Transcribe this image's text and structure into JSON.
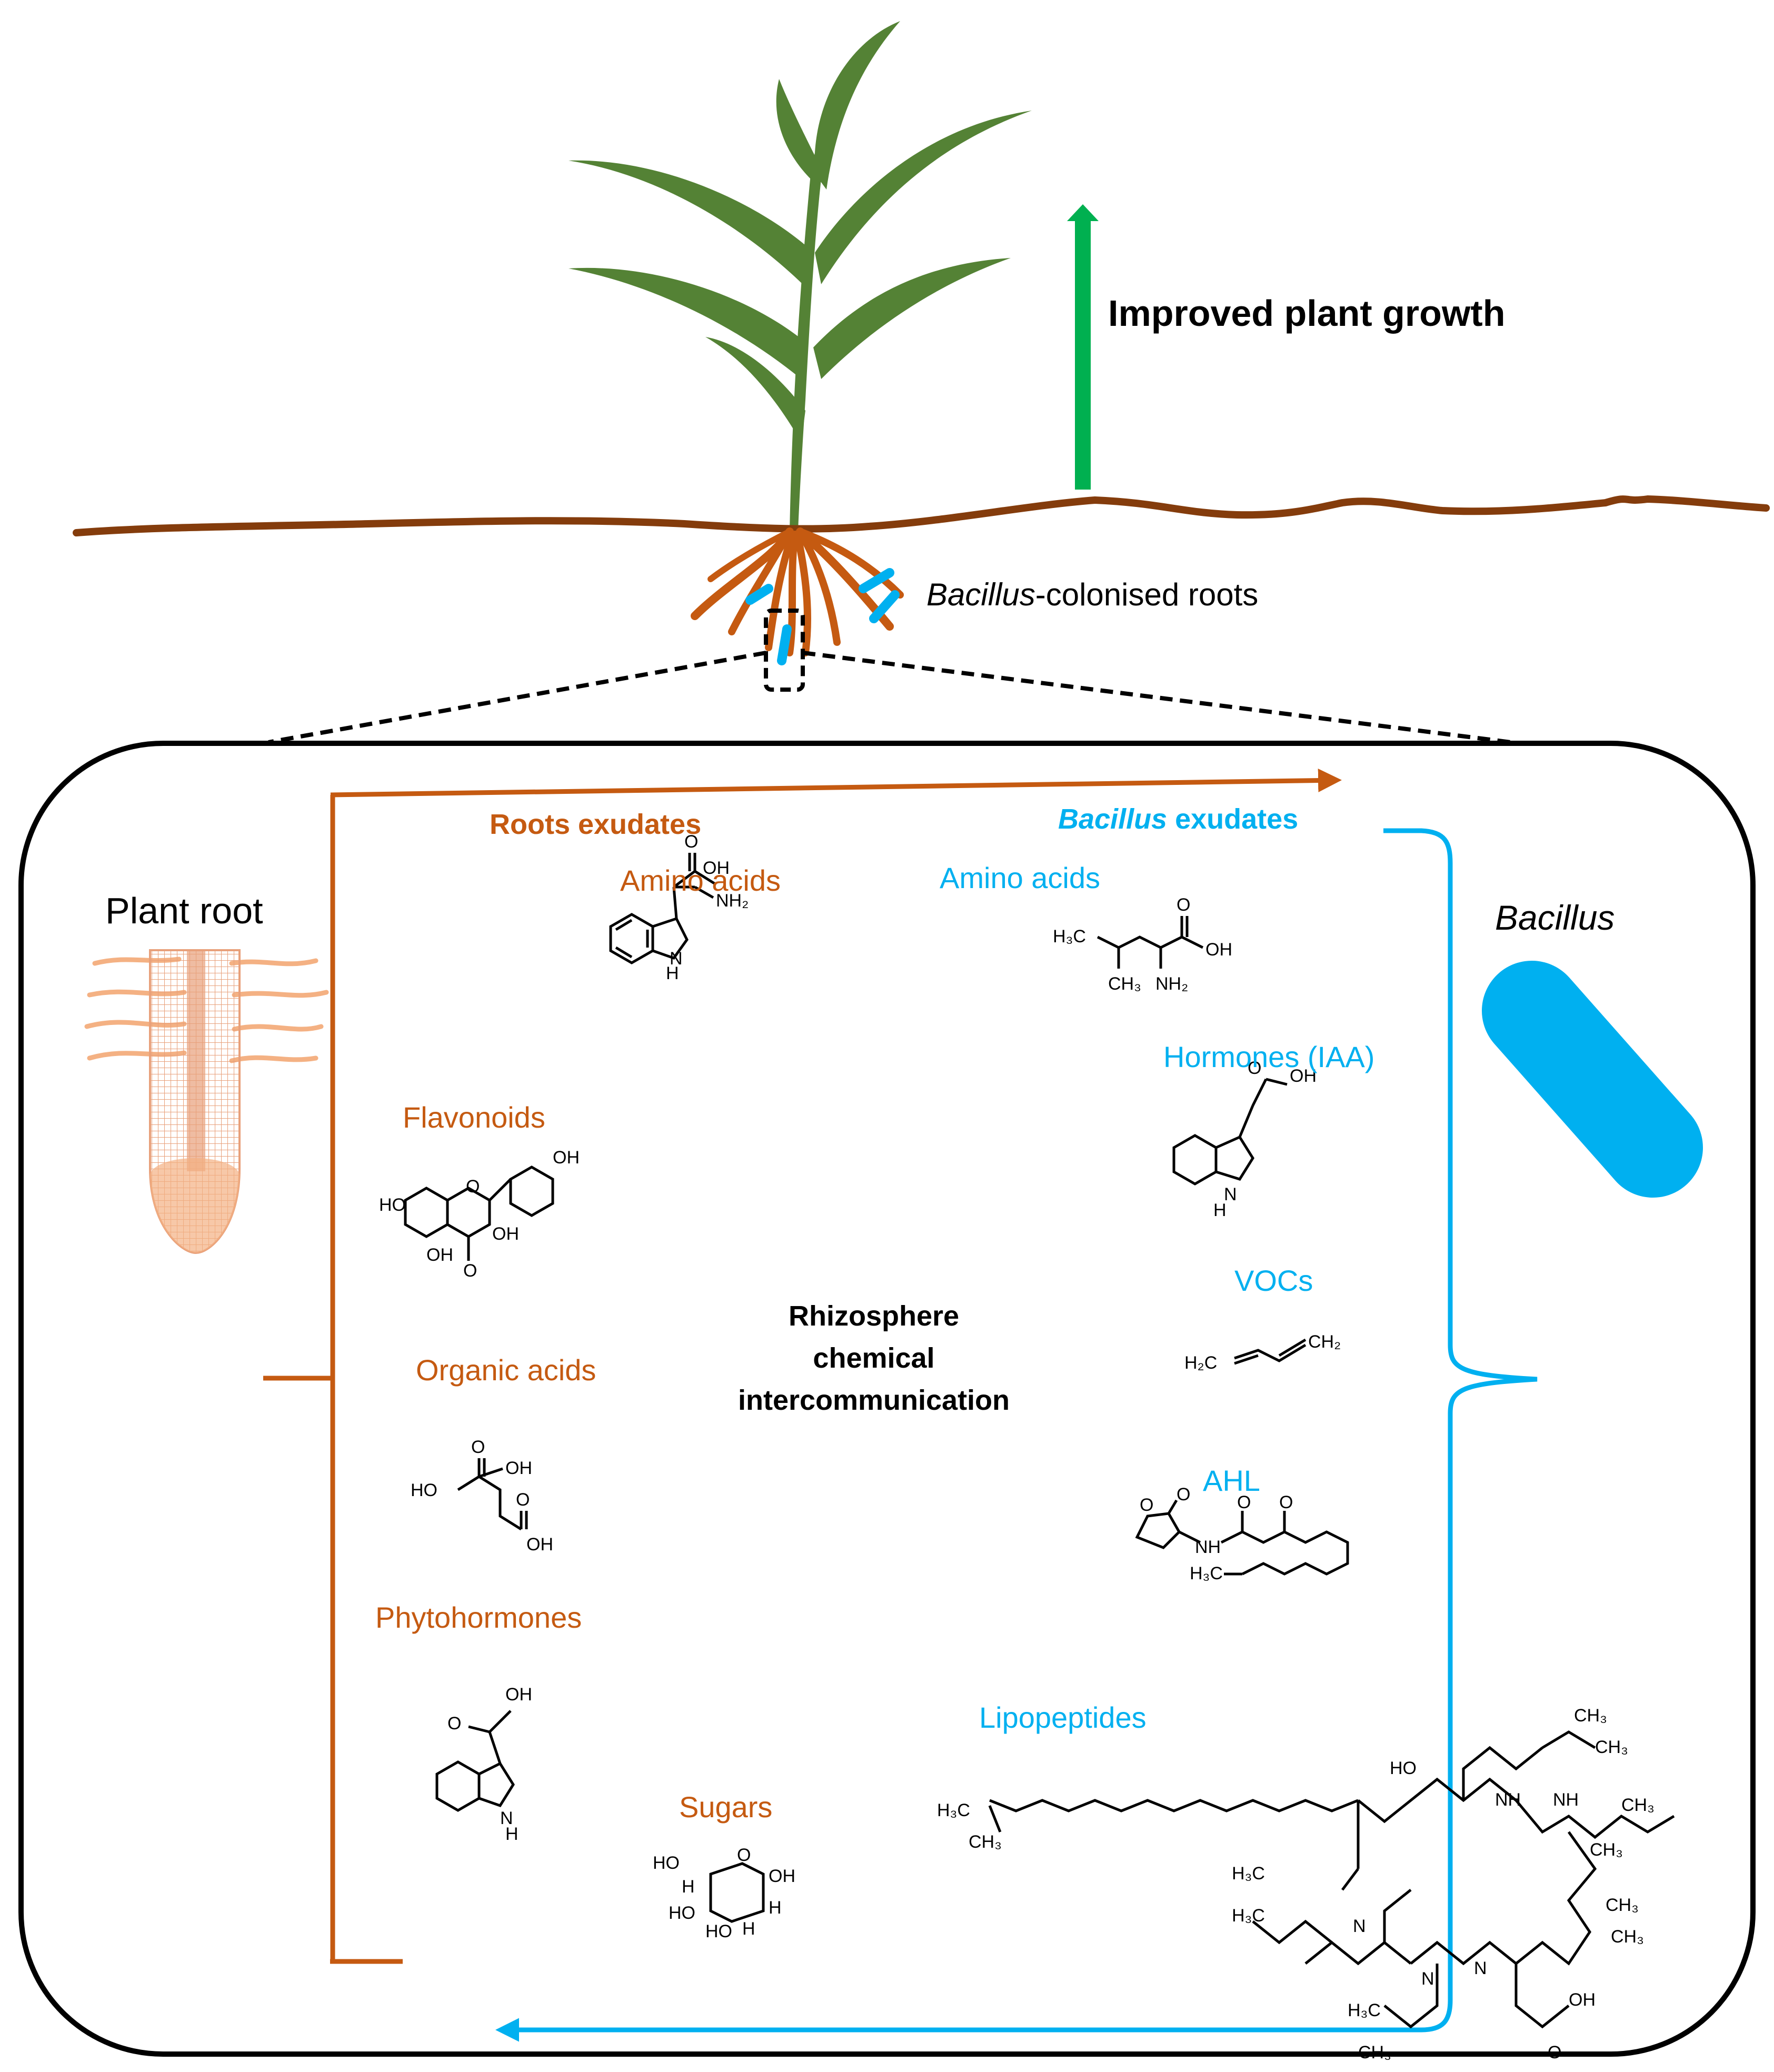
{
  "title": "Improved plant growth",
  "colonised_label": {
    "italic": "Bacillus",
    "rest": "-colonised roots"
  },
  "plant_root_label": "Plant root",
  "bacillus_label": "Bacillus",
  "roots_exudates": {
    "header": "Roots exudates",
    "items": [
      "Amino acids",
      "Flavonoids",
      "Organic acids",
      "Phytohormones",
      "Sugars"
    ]
  },
  "bacillus_exudates": {
    "header_italic": "Bacillus",
    "header_rest": " exudates",
    "items": [
      "Amino acids",
      "Hormones (IAA)",
      "VOCs",
      "AHL",
      "Lipopeptides"
    ]
  },
  "center_label": [
    "Rhizosphere",
    "chemical",
    "intercommunication"
  ],
  "colors": {
    "orange": "#C55A11",
    "blue": "#00B0F0",
    "leaf_green": "#548235",
    "arrow_green": "#00B050",
    "soil_brown": "#843C0C",
    "root_orange": "#C55A11"
  }
}
